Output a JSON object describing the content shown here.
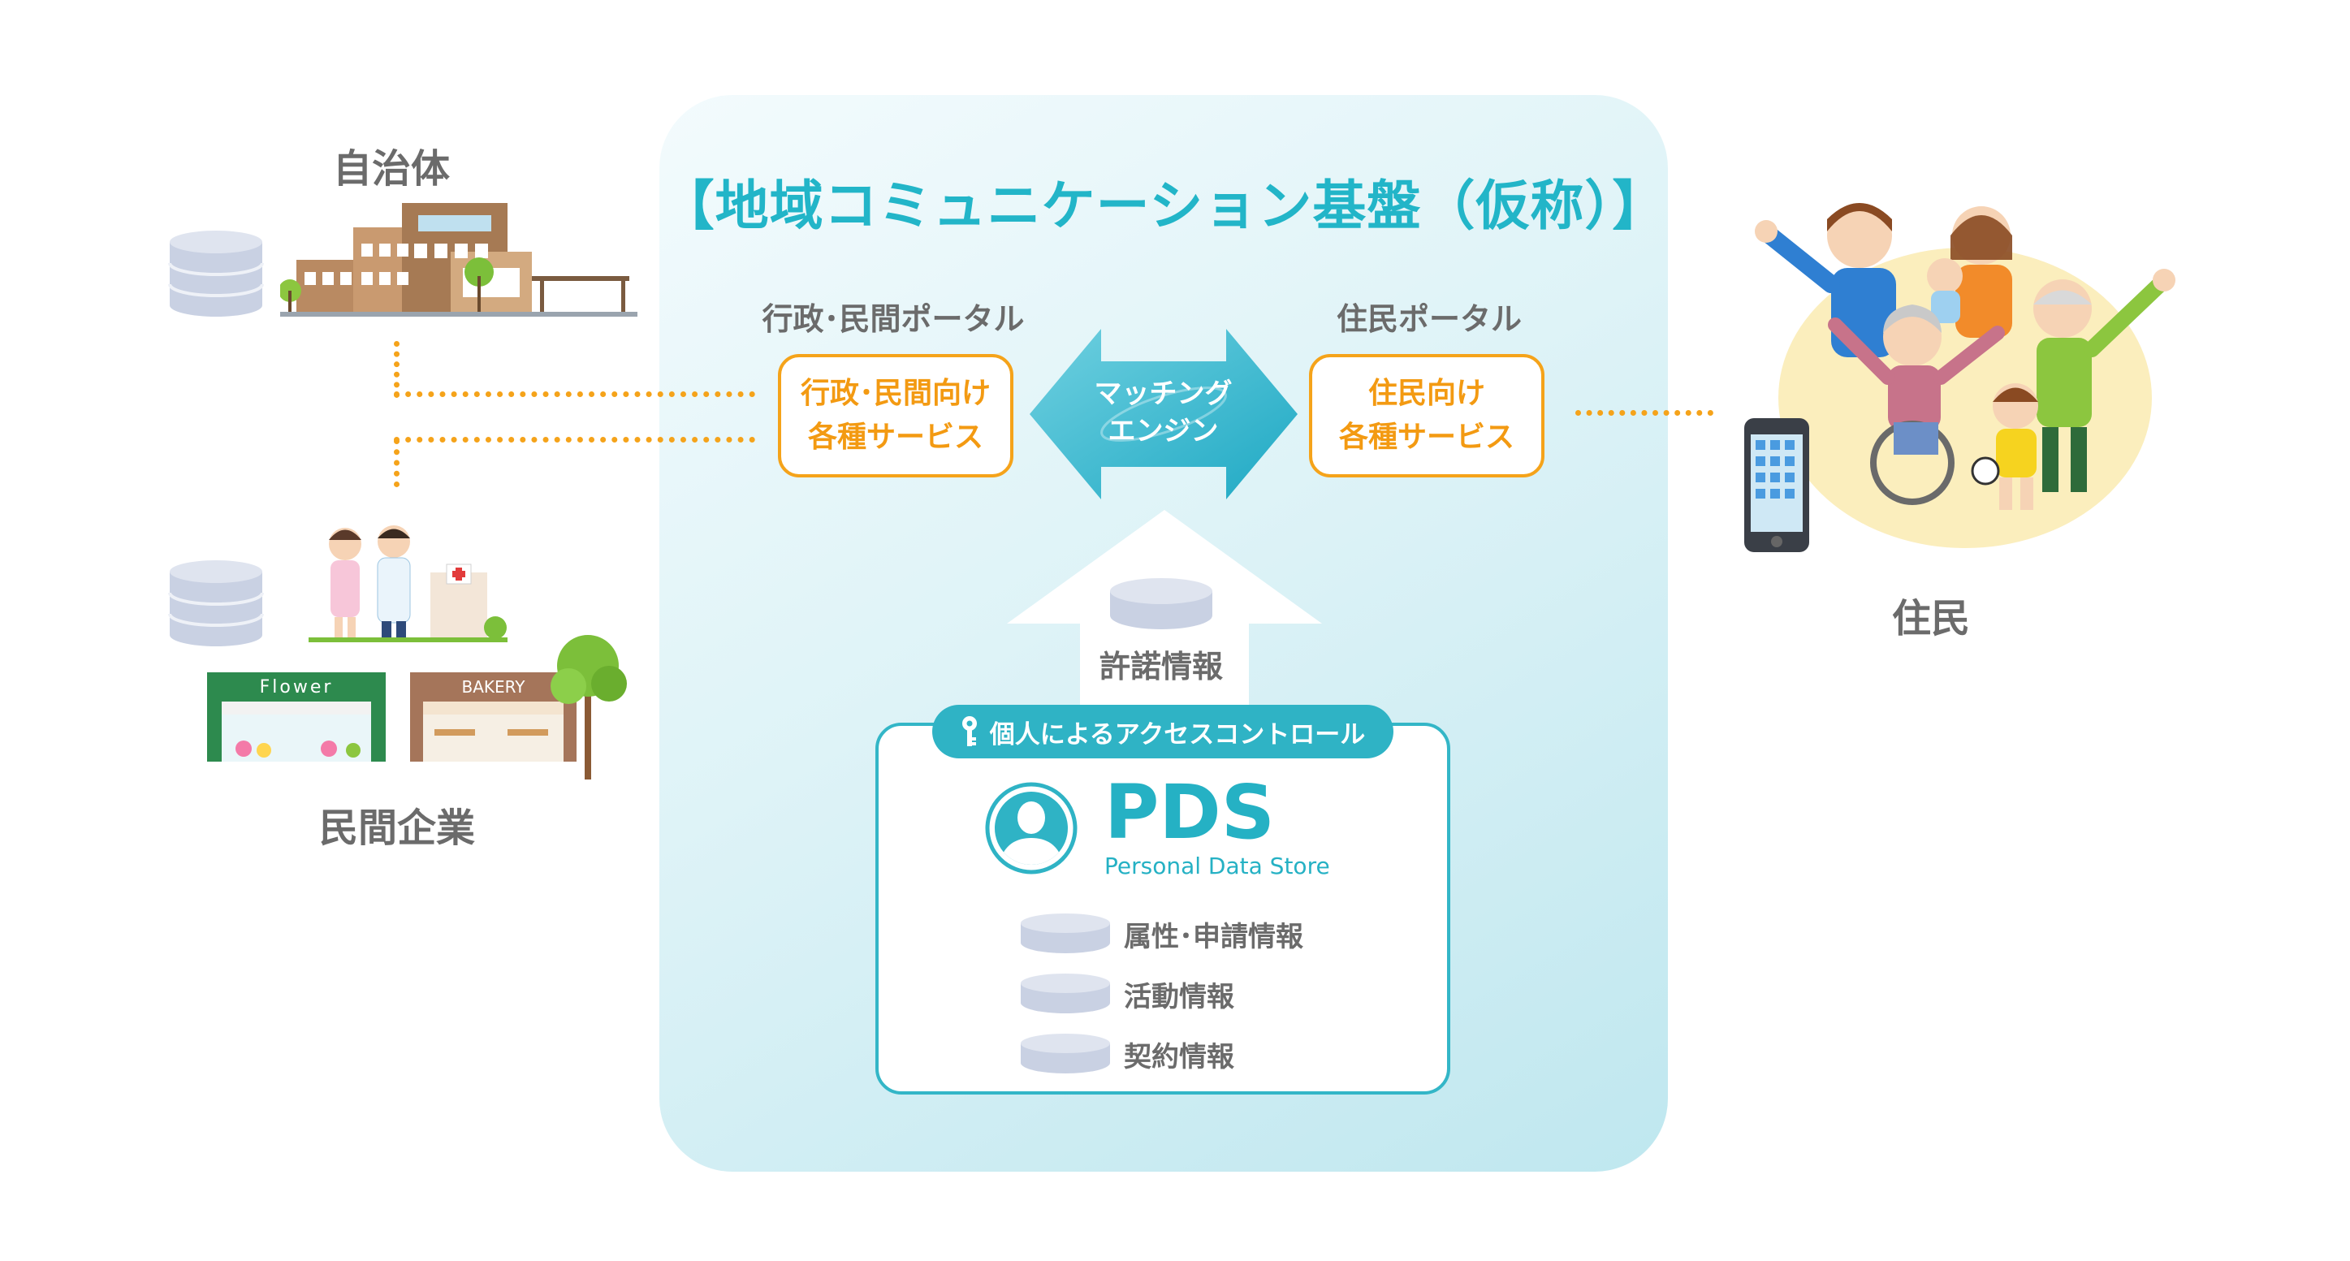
{
  "platform": {
    "title": "【地域コミュニケーション基盤（仮称）】"
  },
  "admin_portal": {
    "label": "行政･民間ポータル",
    "service_line1": "行政･民間向け",
    "service_line2": "各種サービス"
  },
  "resident_portal": {
    "label": "住民ポータル",
    "service_line1": "住民向け",
    "service_line2": "各種サービス"
  },
  "matching": {
    "line1": "マッチング",
    "line2": "エンジン"
  },
  "consent": {
    "label": "許諾情報"
  },
  "access_control": {
    "label": "個人によるアクセスコントロール"
  },
  "pds": {
    "title": "PDS",
    "subtitle": "Personal Data Store",
    "items": [
      "属性･申請情報",
      "活動情報",
      "契約情報"
    ]
  },
  "actors": {
    "municipality": "自治体",
    "private_company": "民間企業",
    "resident": "住民",
    "flower_sign": "Flower",
    "bakery_sign": "BAKERY"
  },
  "colors": {
    "accent_orange": "#f5a31a",
    "accent_teal": "#2fb3c5",
    "db_gray": "#d5dbe8"
  }
}
